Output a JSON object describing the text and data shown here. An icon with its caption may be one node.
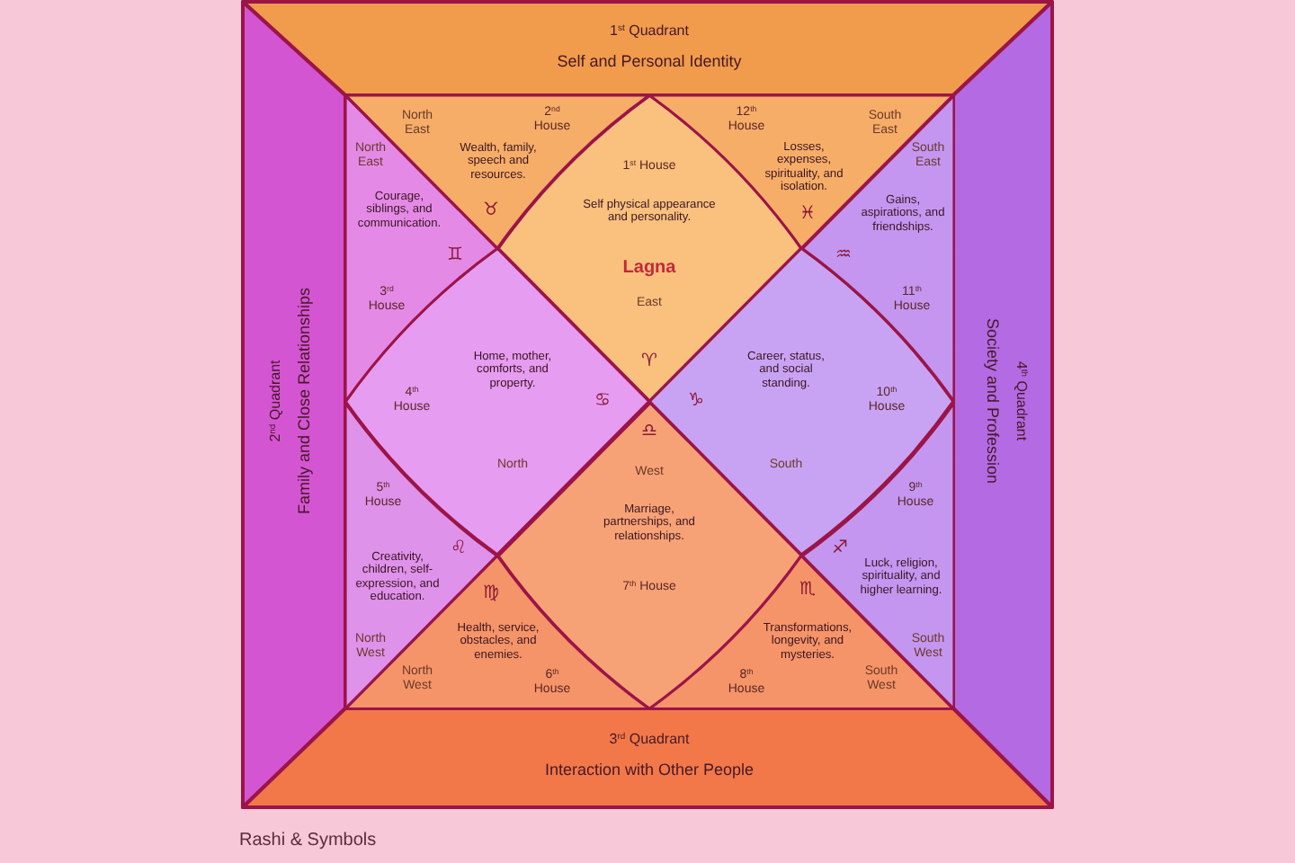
{
  "diagram": {
    "nodes": [
      {
        "text": [
          "1$^{st}$ Quadrant",
          "Self and Personal Identity"
        ]
      },
      {
        "text": [
          "2$^{nd}$ Quadrant",
          "Family and Close Relationships"
        ]
      },
      {
        "text": [
          "4$^{th}$ Quadrant",
          "Society and Profession"
        ]
      },
      {
        "text": [
          "3$^{rd}$ Quadrant",
          "Interaction with Other People"
        ]
      },
      {
        "text": [
          "1$^{st}$ House",
          "Self physical appearance and personality.",
          "Lagna",
          "East",
          "♈"
        ]
      },
      {
        "text": [
          "North East",
          "2$^{nd}$ House",
          "Wealth, family, speech and resources.",
          "♉"
        ]
      },
      {
        "text": [
          "North East",
          "Courage, siblings, and communication.",
          "♊",
          "3$^{rd}$ House"
        ]
      },
      {
        "text": [
          "4$^{th}$ House",
          "Home, mother, comforts, and property.",
          "♋",
          "North"
        ]
      },
      {
        "text": [
          "5$^{th}$ House",
          "Creativity, children, self-expression, and education.",
          "♌",
          "North West"
        ]
      },
      {
        "text": [
          "♍",
          "Health, service, obstacles, and enemies.",
          "North West",
          "6$^{th}$ House"
        ]
      },
      {
        "text": [
          "♎",
          "West",
          "Marriage, partnerships, and relationships.",
          "7$^{th}$ House"
        ]
      },
      {
        "text": [
          "♏",
          "Transformations, longevity, and mysteries.",
          "8$^{th}$ House",
          "South West"
        ]
      },
      {
        "text": [
          "9$^{th}$ House",
          "♐",
          "Luck, religion, spirituality, and higher learning.",
          "South West"
        ]
      },
      {
        "text": [
          "10$^{th}$ House",
          "Career, status, and social standing.",
          "♑",
          "South"
        ]
      },
      {
        "text": [
          "South East",
          "Gains, aspirations, and friendships.",
          "♒",
          "11$^{th}$ House"
        ]
      },
      {
        "text": [
          "12$^{th}$ House",
          "Losses, expenses, spirituality, and isolation.",
          "South East",
          "♓"
        ]
      }
    ],
    "labels": [
      "Rashi & Symbols"
    ]
  }
}
